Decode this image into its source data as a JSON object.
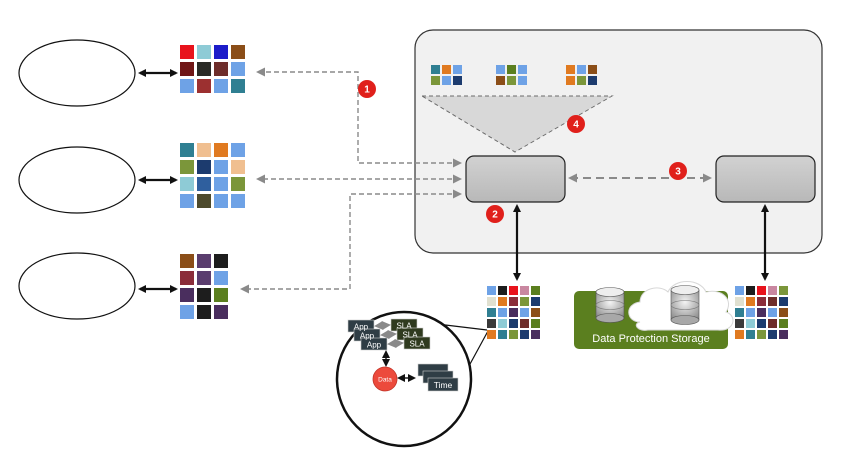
{
  "diagram": {
    "step_badges": [
      "1",
      "2",
      "3",
      "4"
    ],
    "storage_label": "Data Protection Storage",
    "zoom": {
      "app_labels": [
        "App",
        "App",
        "App"
      ],
      "sla_labels": [
        "SLA",
        "SLA",
        "SLA"
      ],
      "data_label": "Data",
      "time_label": "Time"
    }
  },
  "colors": {
    "badge": "#e0201b",
    "storage_green": "#5b7f1f",
    "panel_bg": "#f1f1f1",
    "node_grey": "#c4c4c4",
    "dark_box": "#2f3d45",
    "sla_box": "#2f3a1f",
    "data_circle": "#ec4a3c"
  },
  "grids": {
    "client1": [
      "#e8131c",
      "#8ecbd6",
      "#1c1cc9",
      "#8b4e18",
      "#701616",
      "#2a2a26",
      "#6e2d2a",
      "#6ea2e6",
      "#6ea2e6",
      "#9c3030",
      "#6ea2e6",
      "#2f7f92"
    ],
    "client2": [
      "#2f7f92",
      "#f0bf90",
      "#e07a20",
      "#6ea2e6",
      "#7b963a",
      "#1c3b6e",
      "#6ea2e6",
      "#f0bf90",
      "#8ecbd6",
      "#2f5f9e",
      "#6ea2e6",
      "#7b963a",
      "#6ea2e6",
      "#4d4a2c",
      "#6ea2e6",
      "#6ea2e6"
    ],
    "client3": [
      "#8b4e18",
      "#5a3d6e",
      "#1d1d1d",
      "#8b2d3a",
      "#5a3d6e",
      "#6ea2e6",
      "#4a2e5e",
      "#1d1d1d",
      "#5b7f1f",
      "#6ea2e6",
      "#1d1d1d",
      "#4a2e5e"
    ],
    "mini_a": [
      "#2f7f92",
      "#e07a20",
      "#6ea2e6",
      "#7b963a",
      "#6ea2e6",
      "#1c3b6e"
    ],
    "mini_b": [
      "#6ea2e6",
      "#5b7f1f",
      "#6ea2e6",
      "#8b4e18",
      "#7b963a",
      "#6ea2e6"
    ],
    "mini_c": [
      "#e07a20",
      "#6ea2e6",
      "#8b4e18",
      "#e07a20",
      "#7b963a",
      "#1c3b6e"
    ],
    "big_mid": [
      "#6ea2e6",
      "#1d1d1d",
      "#e8131c",
      "#c987a0",
      "#5b7f1f",
      "#e0e0d0",
      "#e07a20",
      "#8b2d3a",
      "#7b963a",
      "#1c3b6e",
      "#2f7f92",
      "#6ea2e6",
      "#4a2e5e",
      "#6ea2e6",
      "#8b4e18",
      "#3a3a3a",
      "#8ecbd6",
      "#1c3b6e",
      "#6e2d2a",
      "#5b7f1f",
      "#e07a20",
      "#2f7f92",
      "#7b963a",
      "#1c3b6e",
      "#4a2e5e"
    ],
    "big_right": [
      "#6ea2e6",
      "#1d1d1d",
      "#e8131c",
      "#c987a0",
      "#7b963a",
      "#e0e0d0",
      "#e07a20",
      "#8b2d3a",
      "#6e2d2a",
      "#1c3b6e",
      "#2f7f92",
      "#6ea2e6",
      "#4a2e5e",
      "#6ea2e6",
      "#8b4e18",
      "#3a3a3a",
      "#8ecbd6",
      "#1c3b6e",
      "#6e2d2a",
      "#5b7f1f",
      "#e07a20",
      "#2f7f92",
      "#7b963a",
      "#1c3b6e",
      "#4a2e5e"
    ]
  }
}
